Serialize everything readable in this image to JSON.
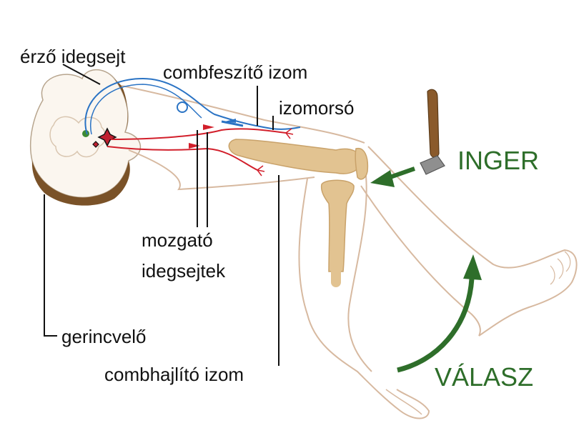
{
  "labels": {
    "sensory_neuron": "érző idegsejt",
    "quadriceps": "combfeszítő izom",
    "muscle_spindle": "izomorsó",
    "motor_neurons_1": "mozgató",
    "motor_neurons_2": "idegsejtek",
    "spinal_cord": "gerincvelő",
    "hamstring": "combhajlító izom",
    "stimulus": "INGER",
    "response": "VÁLASZ"
  },
  "colors": {
    "accent_green": "#2e6e2a",
    "sensory_blue": "#2a73c4",
    "motor_red": "#d21f2b",
    "bone": "#e2c391",
    "bone_dark": "#c9a26a",
    "skin_outline": "#d7b9a0",
    "cord_brown": "#7a5228",
    "hammer_wood": "#8a5a2b",
    "hammer_head": "#8f8f8f"
  },
  "icons": {
    "hammer": "reflex-hammer-icon",
    "stimulus_arrow": "arrow-left-icon",
    "response_arrow": "curved-arrow-up-icon"
  }
}
